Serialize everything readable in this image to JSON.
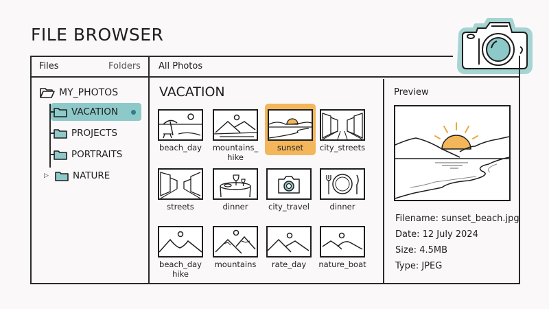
{
  "app": {
    "title": "FILE BROWSER",
    "logo_icon": "camera-icon"
  },
  "colors": {
    "accent_teal": "#8ec9c9",
    "teal_dot": "#2f7f86",
    "selected_orange": "#f3b65a",
    "line": "#2a2a2a"
  },
  "header": {
    "files_label": "Files",
    "folders_label": "Folders",
    "all_photos_label": "All Photos"
  },
  "sidebar": {
    "root": {
      "label": "MY_PHOTOS",
      "icon": "folder-open-icon"
    },
    "items": [
      {
        "label": "VACATION",
        "icon": "folder-icon",
        "selected": true
      },
      {
        "label": "PROJECTS",
        "icon": "folder-icon",
        "selected": false
      },
      {
        "label": "PORTRAITS",
        "icon": "folder-icon",
        "selected": false
      },
      {
        "label": "NATURE",
        "icon": "folder-icon",
        "selected": false,
        "collapsed": true
      }
    ]
  },
  "grid": {
    "title": "VACATION",
    "tiles": [
      {
        "label": "beach_day",
        "icon": "beach-icon"
      },
      {
        "label": "mountains_ hike",
        "icon": "mountains-icon"
      },
      {
        "label": "sunset",
        "icon": "sunset-icon",
        "selected": true
      },
      {
        "label": "city_streets",
        "icon": "city-streets-icon"
      },
      {
        "label": "streets",
        "icon": "streets-icon"
      },
      {
        "label": "dinner",
        "icon": "dinner-table-icon"
      },
      {
        "label": "city_travel",
        "icon": "camera-icon"
      },
      {
        "label": "dinner",
        "icon": "plate-cutlery-icon"
      },
      {
        "label": "beach_day hike",
        "icon": "landscape-icon"
      },
      {
        "label": "mountains",
        "icon": "snowy-mountains-icon"
      },
      {
        "label": "rate_day",
        "icon": "landscape-icon"
      },
      {
        "label": "nature_boat",
        "icon": "landscape-icon"
      }
    ]
  },
  "preview": {
    "title": "Preview",
    "image_icon": "sunset-beach-image",
    "filename": "Filename: sunset_beach.jpg",
    "date": "Date: 12 July 2024",
    "size": "Size: 4.5MB",
    "type": "Type: JPEG"
  }
}
